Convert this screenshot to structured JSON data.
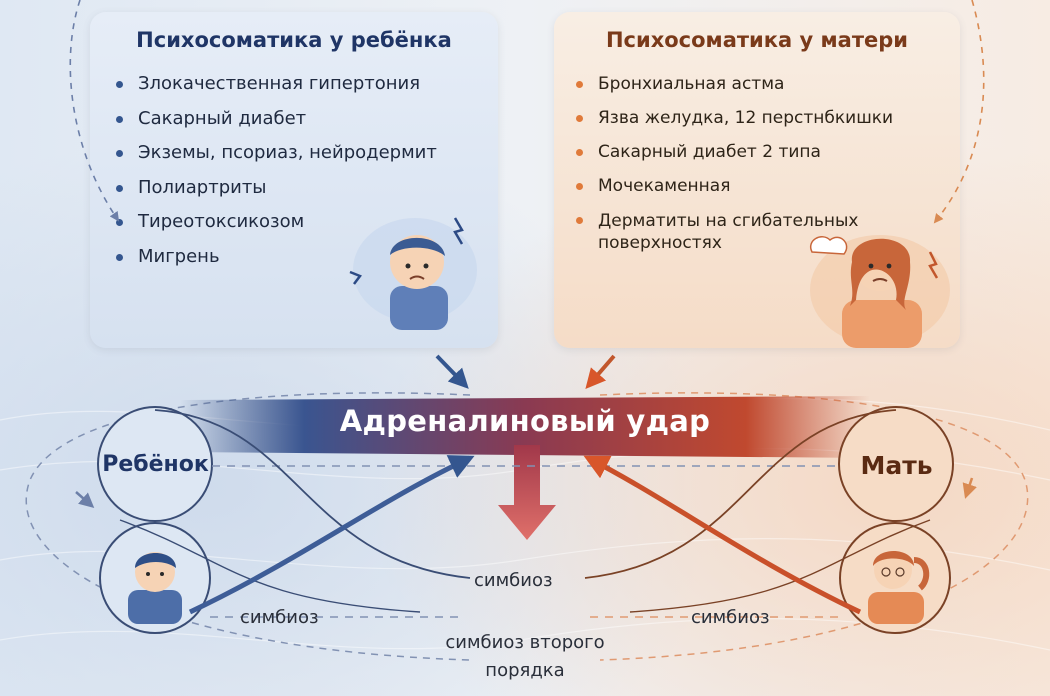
{
  "child_panel": {
    "title": "Психосоматика у ребёнка",
    "items": [
      "Злокачественная гипертония",
      "Сакарный диабет",
      "Экземы, псориаз, нейродермит",
      "Полиартриты",
      "Тиреотоксикозом",
      "Мигрень"
    ]
  },
  "mother_panel": {
    "title": "Психосоматика у матери",
    "items": [
      "Бронхиальная астма",
      "Язва желудка, 12 перстнбкишки",
      "Сакарный диабет 2 типа",
      "Мочекаменная",
      "Дерматиты на сгибательных поверхностях"
    ]
  },
  "center": {
    "title": "Адреналиновый удар"
  },
  "nodes": {
    "child": "Ребёнок",
    "mother": "Мать"
  },
  "links": {
    "symbiosis_center": "симбиоз",
    "symbiosis_left": "симбиоз",
    "symbiosis_right": "симбиоз",
    "second_order_line1": "симбиоз второго",
    "second_order_line2": "порядка"
  },
  "colors": {
    "blue": "#34568f",
    "orange": "#e07a3a",
    "red": "#b5363a"
  }
}
